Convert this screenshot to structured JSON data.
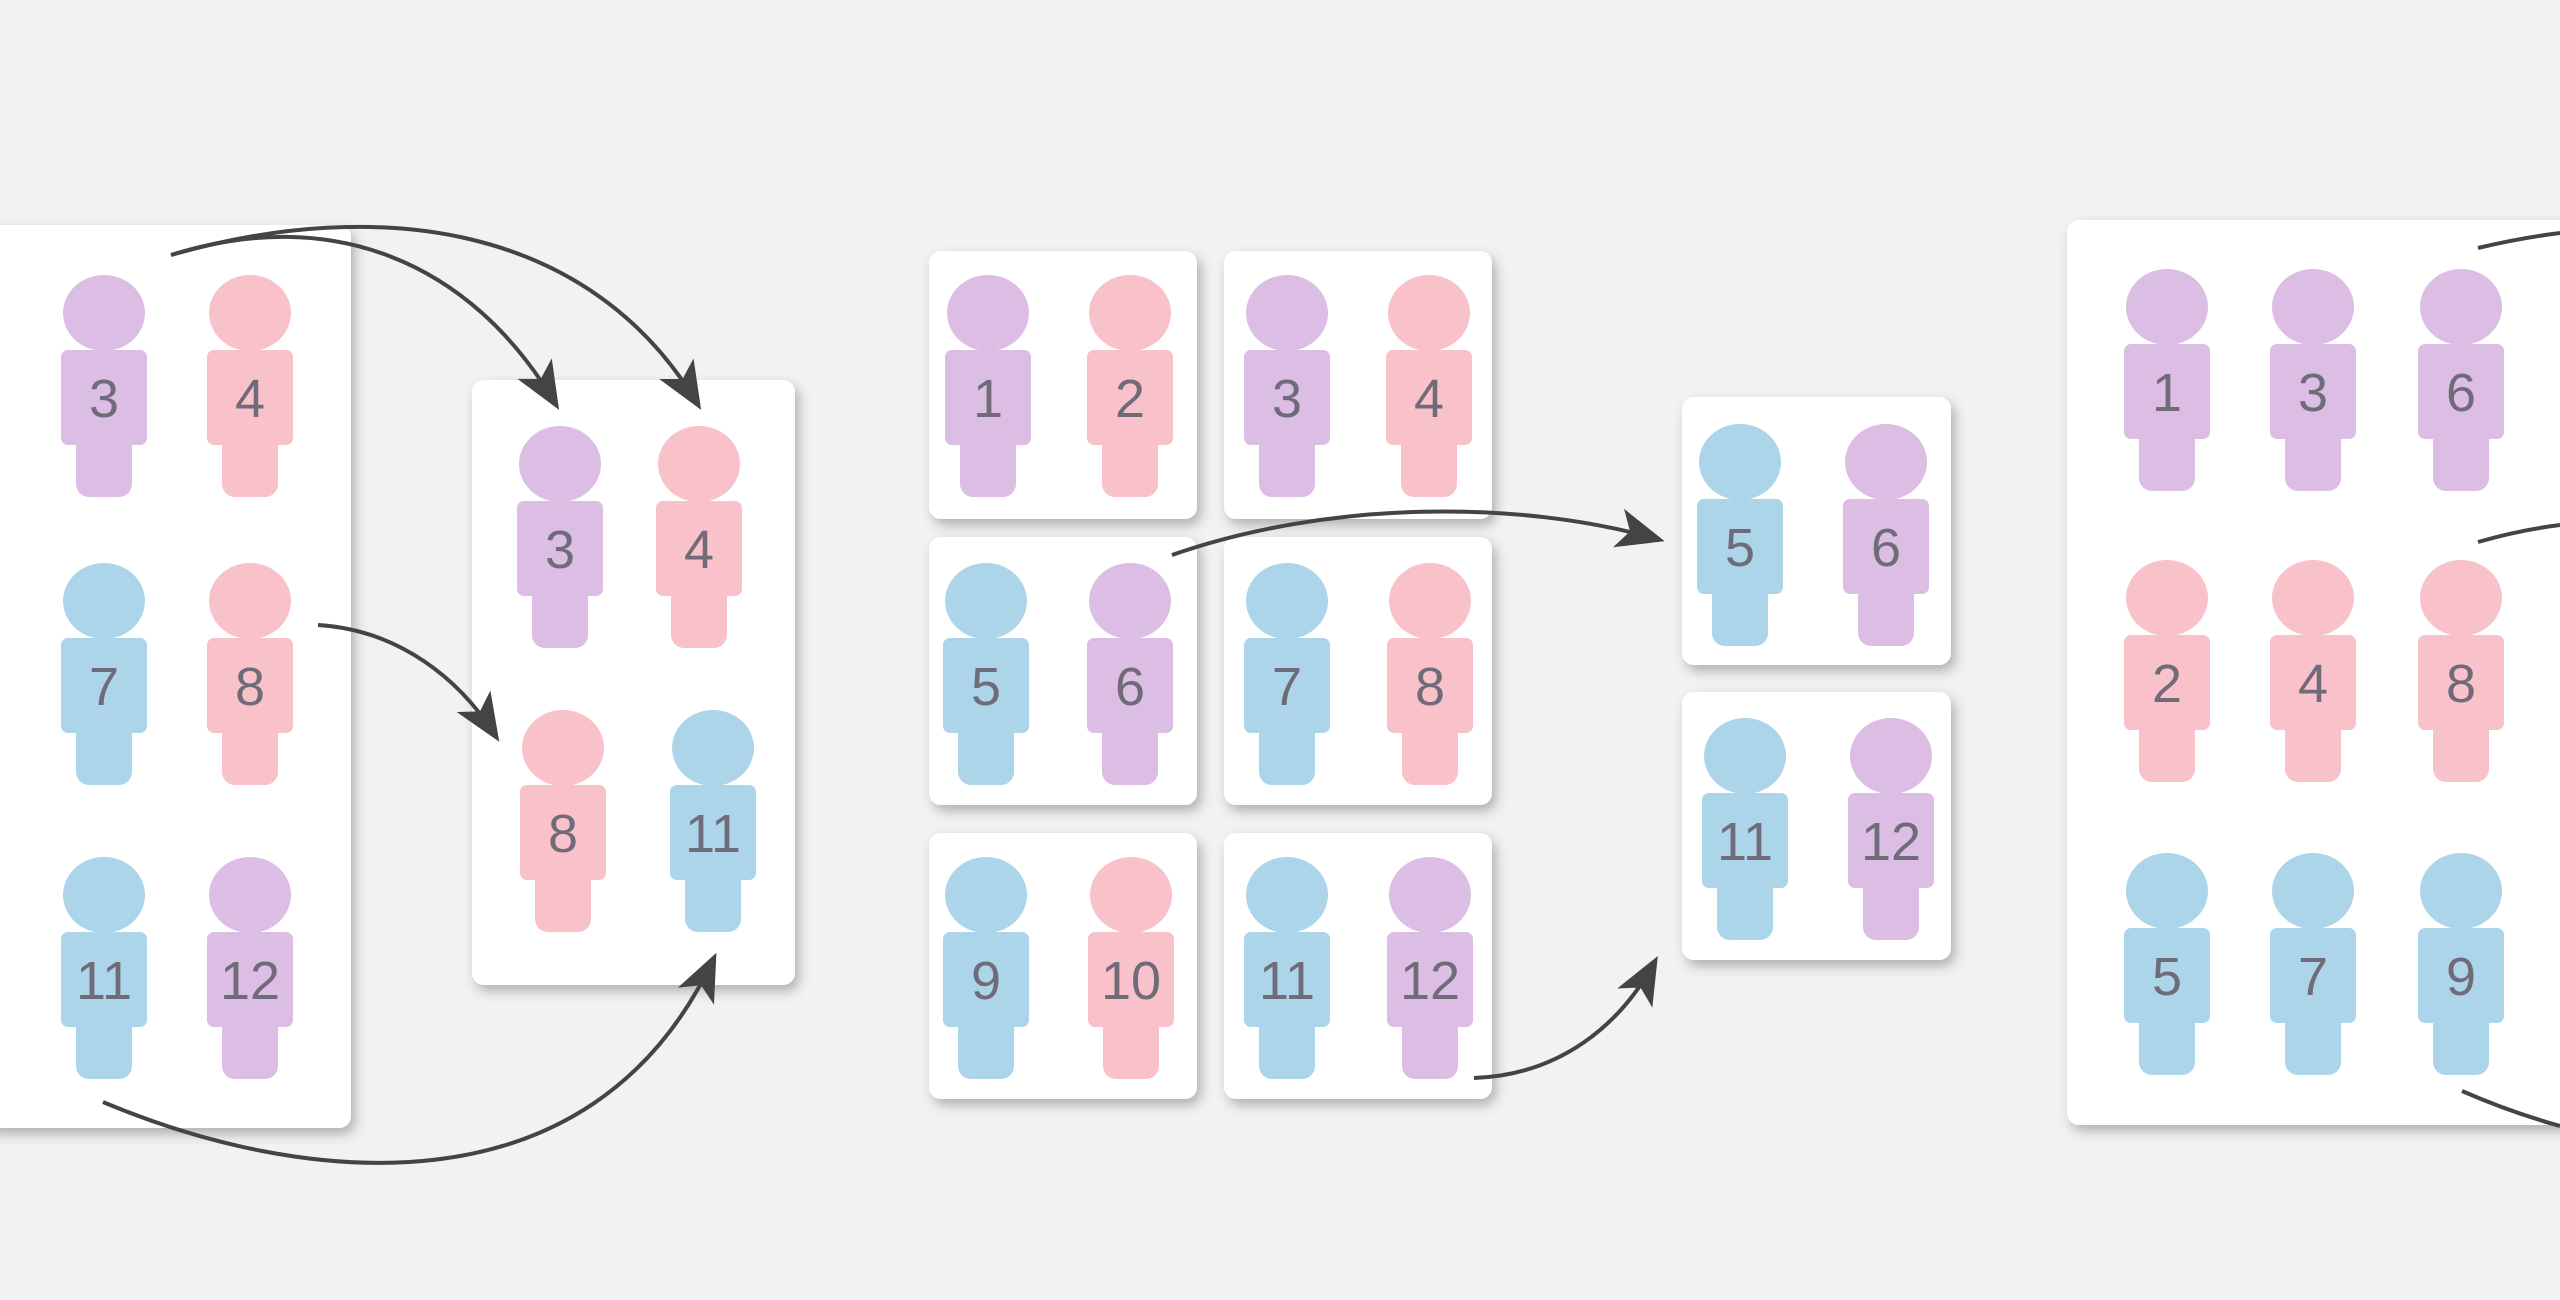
{
  "colors": {
    "purple": "#dcbde3",
    "pink": "#f9c1c9",
    "blue": "#acd5ea",
    "arrow": "#444444",
    "background": "#f1f2f4",
    "card": "#ffffff"
  },
  "panels": [
    {
      "name": "source-group",
      "cards": [
        {
          "figures": [
            {
              "label": "3",
              "color": "purple"
            },
            {
              "label": "4",
              "color": "pink"
            },
            {
              "label": "7",
              "color": "blue"
            },
            {
              "label": "8",
              "color": "pink"
            },
            {
              "label": "11",
              "color": "blue"
            },
            {
              "label": "12",
              "color": "purple"
            }
          ]
        }
      ]
    },
    {
      "name": "selected-group",
      "cards": [
        {
          "figures": [
            {
              "label": "3",
              "color": "purple"
            },
            {
              "label": "4",
              "color": "pink"
            },
            {
              "label": "8",
              "color": "pink"
            },
            {
              "label": "11",
              "color": "blue"
            }
          ]
        }
      ]
    },
    {
      "name": "pair-grid",
      "cards": [
        {
          "figures": [
            {
              "label": "1",
              "color": "purple"
            },
            {
              "label": "2",
              "color": "pink"
            }
          ]
        },
        {
          "figures": [
            {
              "label": "3",
              "color": "purple"
            },
            {
              "label": "4",
              "color": "pink"
            }
          ]
        },
        {
          "figures": [
            {
              "label": "5",
              "color": "blue"
            },
            {
              "label": "6",
              "color": "purple"
            }
          ]
        },
        {
          "figures": [
            {
              "label": "7",
              "color": "blue"
            },
            {
              "label": "8",
              "color": "pink"
            }
          ]
        },
        {
          "figures": [
            {
              "label": "9",
              "color": "blue"
            },
            {
              "label": "10",
              "color": "pink"
            }
          ]
        },
        {
          "figures": [
            {
              "label": "11",
              "color": "blue"
            },
            {
              "label": "12",
              "color": "purple"
            }
          ]
        }
      ]
    },
    {
      "name": "selected-pairs",
      "cards": [
        {
          "figures": [
            {
              "label": "5",
              "color": "blue"
            },
            {
              "label": "6",
              "color": "purple"
            }
          ]
        },
        {
          "figures": [
            {
              "label": "11",
              "color": "blue"
            },
            {
              "label": "12",
              "color": "purple"
            }
          ]
        }
      ]
    },
    {
      "name": "sorted-group",
      "cards": [
        {
          "figures": [
            {
              "label": "1",
              "color": "purple"
            },
            {
              "label": "3",
              "color": "purple"
            },
            {
              "label": "6",
              "color": "purple"
            },
            {
              "label": "2",
              "color": "pink"
            },
            {
              "label": "4",
              "color": "pink"
            },
            {
              "label": "8",
              "color": "pink"
            },
            {
              "label": "5",
              "color": "blue"
            },
            {
              "label": "7",
              "color": "blue"
            },
            {
              "label": "9",
              "color": "blue"
            }
          ]
        }
      ]
    }
  ]
}
